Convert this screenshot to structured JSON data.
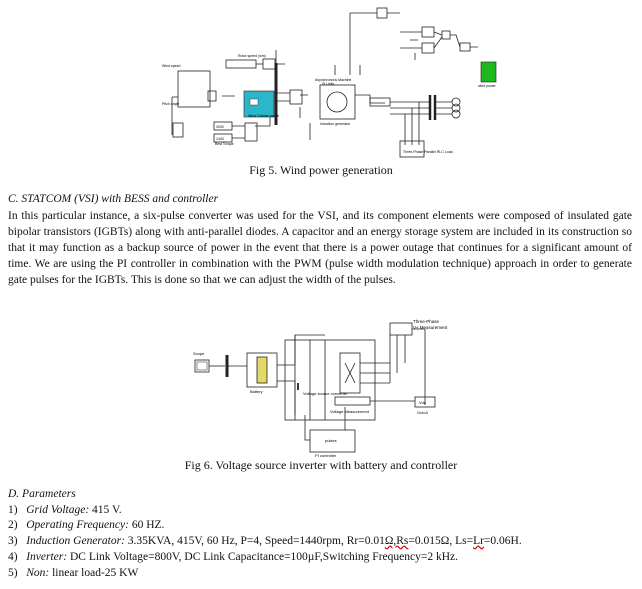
{
  "fig5": {
    "caption": "Fig 5. Wind power generation",
    "labels": {
      "rotor_speed": "Rotor speed (wm)",
      "wind_turbine": "Wind Turbine model",
      "async_machine": "Asynchronous Machine",
      "si_units": "SI Units",
      "induction_gen": "Induction generator",
      "wind_speed": "Wind speed",
      "pitch_angle": "Pitch angle",
      "best_torque": "Best Torque",
      "three_phase_load": "Three-Phase Parallel RLC Load",
      "wind_power": "wind power",
      "powergui": "Product"
    },
    "values": {
      "v1": "3000",
      "v2": "1440"
    }
  },
  "section_c": {
    "heading": "C.   STATCOM (VSI) with BESS and controller",
    "paragraph": "In this particular instance, a six-pulse converter was used for the VSI, and its component elements were composed of insulated gate bipolar transistors (IGBTs) along with anti-parallel diodes. A capacitor and an energy storage system are included in its construction so that it may function as a backup source of power in the event that there is a power outage that continues for a significant amount of time. We are using the PI controller in combination with the PWM (pulse width modulation technique) approach in order to generate gate pulses for the IGBTs. This is done so that we can adjust the width of the pulses."
  },
  "fig6": {
    "caption": "Fig 6. Voltage source inverter with battery and controller",
    "labels": {
      "scope": "Scope",
      "battery": "Battery",
      "vsc": "Voltage source converter",
      "vm": "Voltage Measurement",
      "three_phase": "Three-Phase",
      "vi_meas": "V-I Measurement",
      "pulses": "pulses",
      "pi": "PI controller",
      "vdc": "Vdc",
      "goto": "Goto3"
    }
  },
  "section_d": {
    "heading": "D.   Parameters",
    "items": [
      {
        "num": "1)",
        "label": "Grid Voltage:",
        "text": " 415 V."
      },
      {
        "num": "2)",
        "label": "Operating Frequency:",
        "text": " 60 HZ."
      },
      {
        "num": "3)",
        "label": "Induction Generator:",
        "text_a": " 3.35KVA, 415V, 60 Hz, P=4, Speed=1440rpm, Rr=0.01",
        "text_b": "Ω,Rs",
        "text_c": "=0.015Ω, Ls=",
        "text_d": "Lr",
        "text_e": "=0.06H."
      },
      {
        "num": "4)",
        "label": "Inverter:",
        "text": " DC Link Voltage=800V, DC Link Capacitance=100µF,Switching Frequency=2 kHz."
      },
      {
        "num": "5)",
        "label": "Non:",
        "text": " linear load-25 KW"
      }
    ]
  }
}
